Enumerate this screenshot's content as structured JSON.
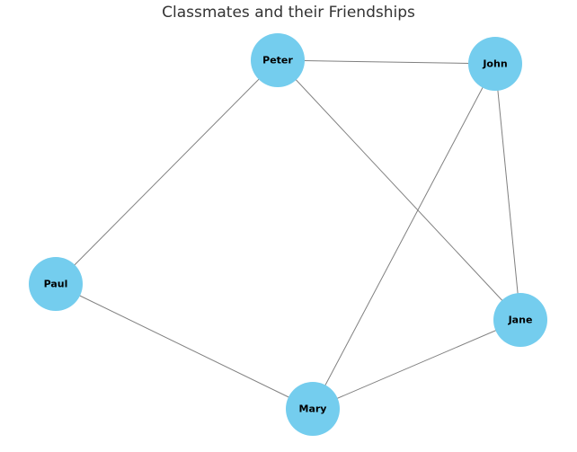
{
  "title": "Classmates and their Friendships",
  "colors": {
    "node_fill": "#74cdee",
    "edge_stroke": "#808080",
    "label": "#000000"
  },
  "nodes": [
    {
      "id": "peter",
      "label": "Peter"
    },
    {
      "id": "john",
      "label": "John"
    },
    {
      "id": "paul",
      "label": "Paul"
    },
    {
      "id": "jane",
      "label": "Jane"
    },
    {
      "id": "mary",
      "label": "Mary"
    }
  ],
  "edges": [
    {
      "from": "peter",
      "to": "john"
    },
    {
      "from": "peter",
      "to": "paul"
    },
    {
      "from": "peter",
      "to": "jane"
    },
    {
      "from": "john",
      "to": "jane"
    },
    {
      "from": "john",
      "to": "mary"
    },
    {
      "from": "paul",
      "to": "mary"
    },
    {
      "from": "mary",
      "to": "jane"
    }
  ]
}
